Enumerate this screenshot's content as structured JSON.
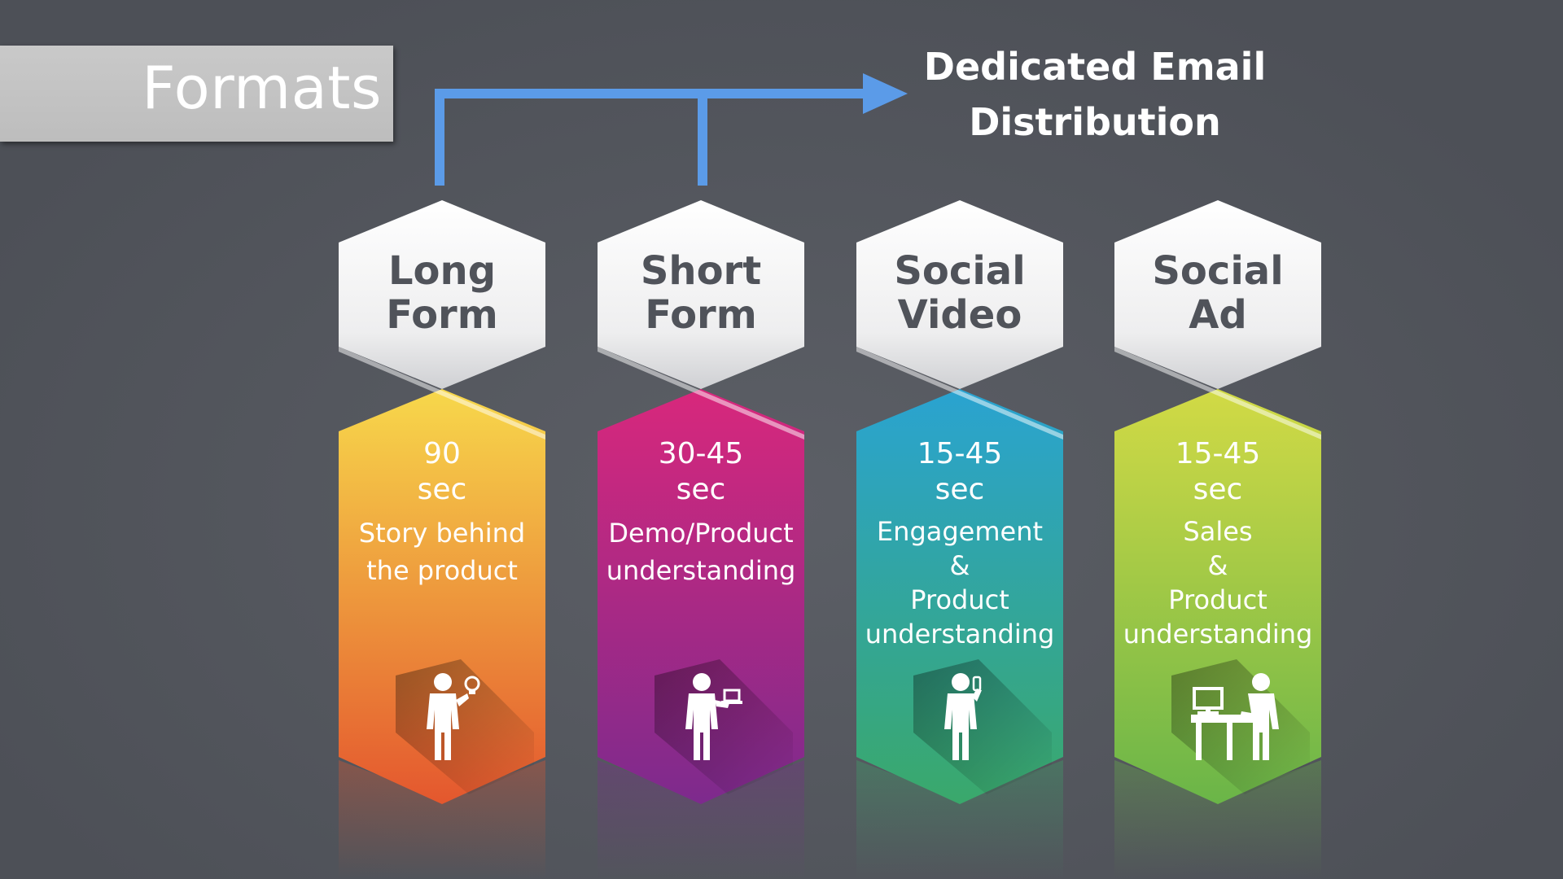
{
  "slide_title": "Formats",
  "email_label": "Dedicated Email\nDistribution",
  "columns": [
    {
      "label": "Long\nForm",
      "duration": "90\nsec",
      "description": "Story behind\nthe product",
      "icon": "person-lightbulb-icon",
      "color_top": "#f7d84b",
      "color_bottom": "#e4572e"
    },
    {
      "label": "Short\nForm",
      "duration": "30-45\nsec",
      "description": "Demo/Product\nunderstanding",
      "icon": "person-laptop-icon",
      "color_top": "#d8287c",
      "color_bottom": "#7d2a8d"
    },
    {
      "label": "Social\nVideo",
      "duration": "15-45\nsec",
      "description": "Engagement\n&\nProduct\nunderstanding",
      "icon": "person-phone-icon",
      "color_top": "#2aa3d1",
      "color_bottom": "#3aa86b"
    },
    {
      "label": "Social\nAd",
      "duration": "15-45\nsec",
      "description": "Sales\n&\nProduct\nunderstanding",
      "icon": "person-desk-computer-icon",
      "color_top": "#d2da45",
      "color_bottom": "#6ab548"
    }
  ],
  "colors": {
    "background": "#53565d",
    "arrow": "#5b9be8",
    "label_text": "#50535a"
  }
}
